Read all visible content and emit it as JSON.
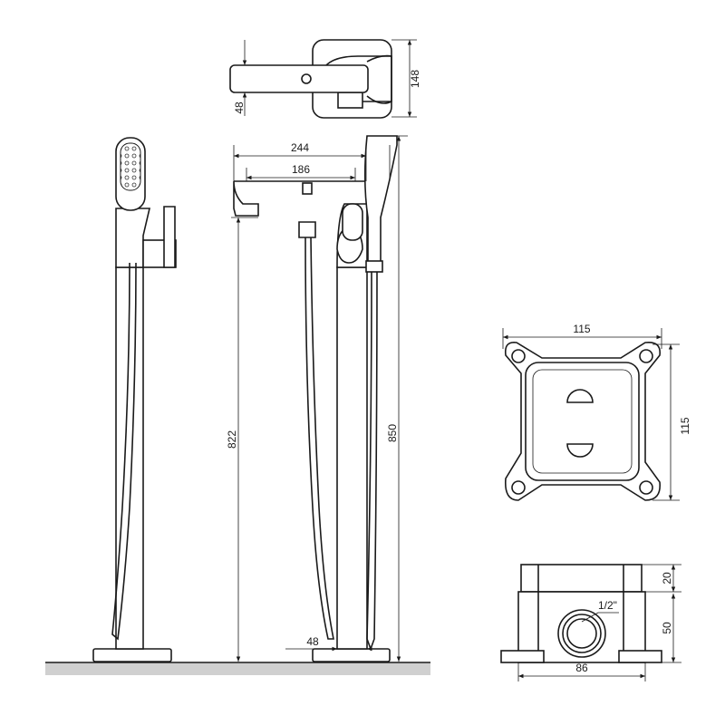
{
  "drawing": {
    "top_view": {
      "height_label": "148",
      "handle_label": "48"
    },
    "front_view": {
      "width_label": "244",
      "spout_label": "186",
      "spout_height_label": "822",
      "total_height_label": "850",
      "base_offset_label": "48"
    },
    "box_plan": {
      "width_label": "115",
      "height_label": "115"
    },
    "box_elevation": {
      "top_label": "20",
      "body_label": "50",
      "width_label": "86",
      "thread_label": "1/2\""
    }
  }
}
